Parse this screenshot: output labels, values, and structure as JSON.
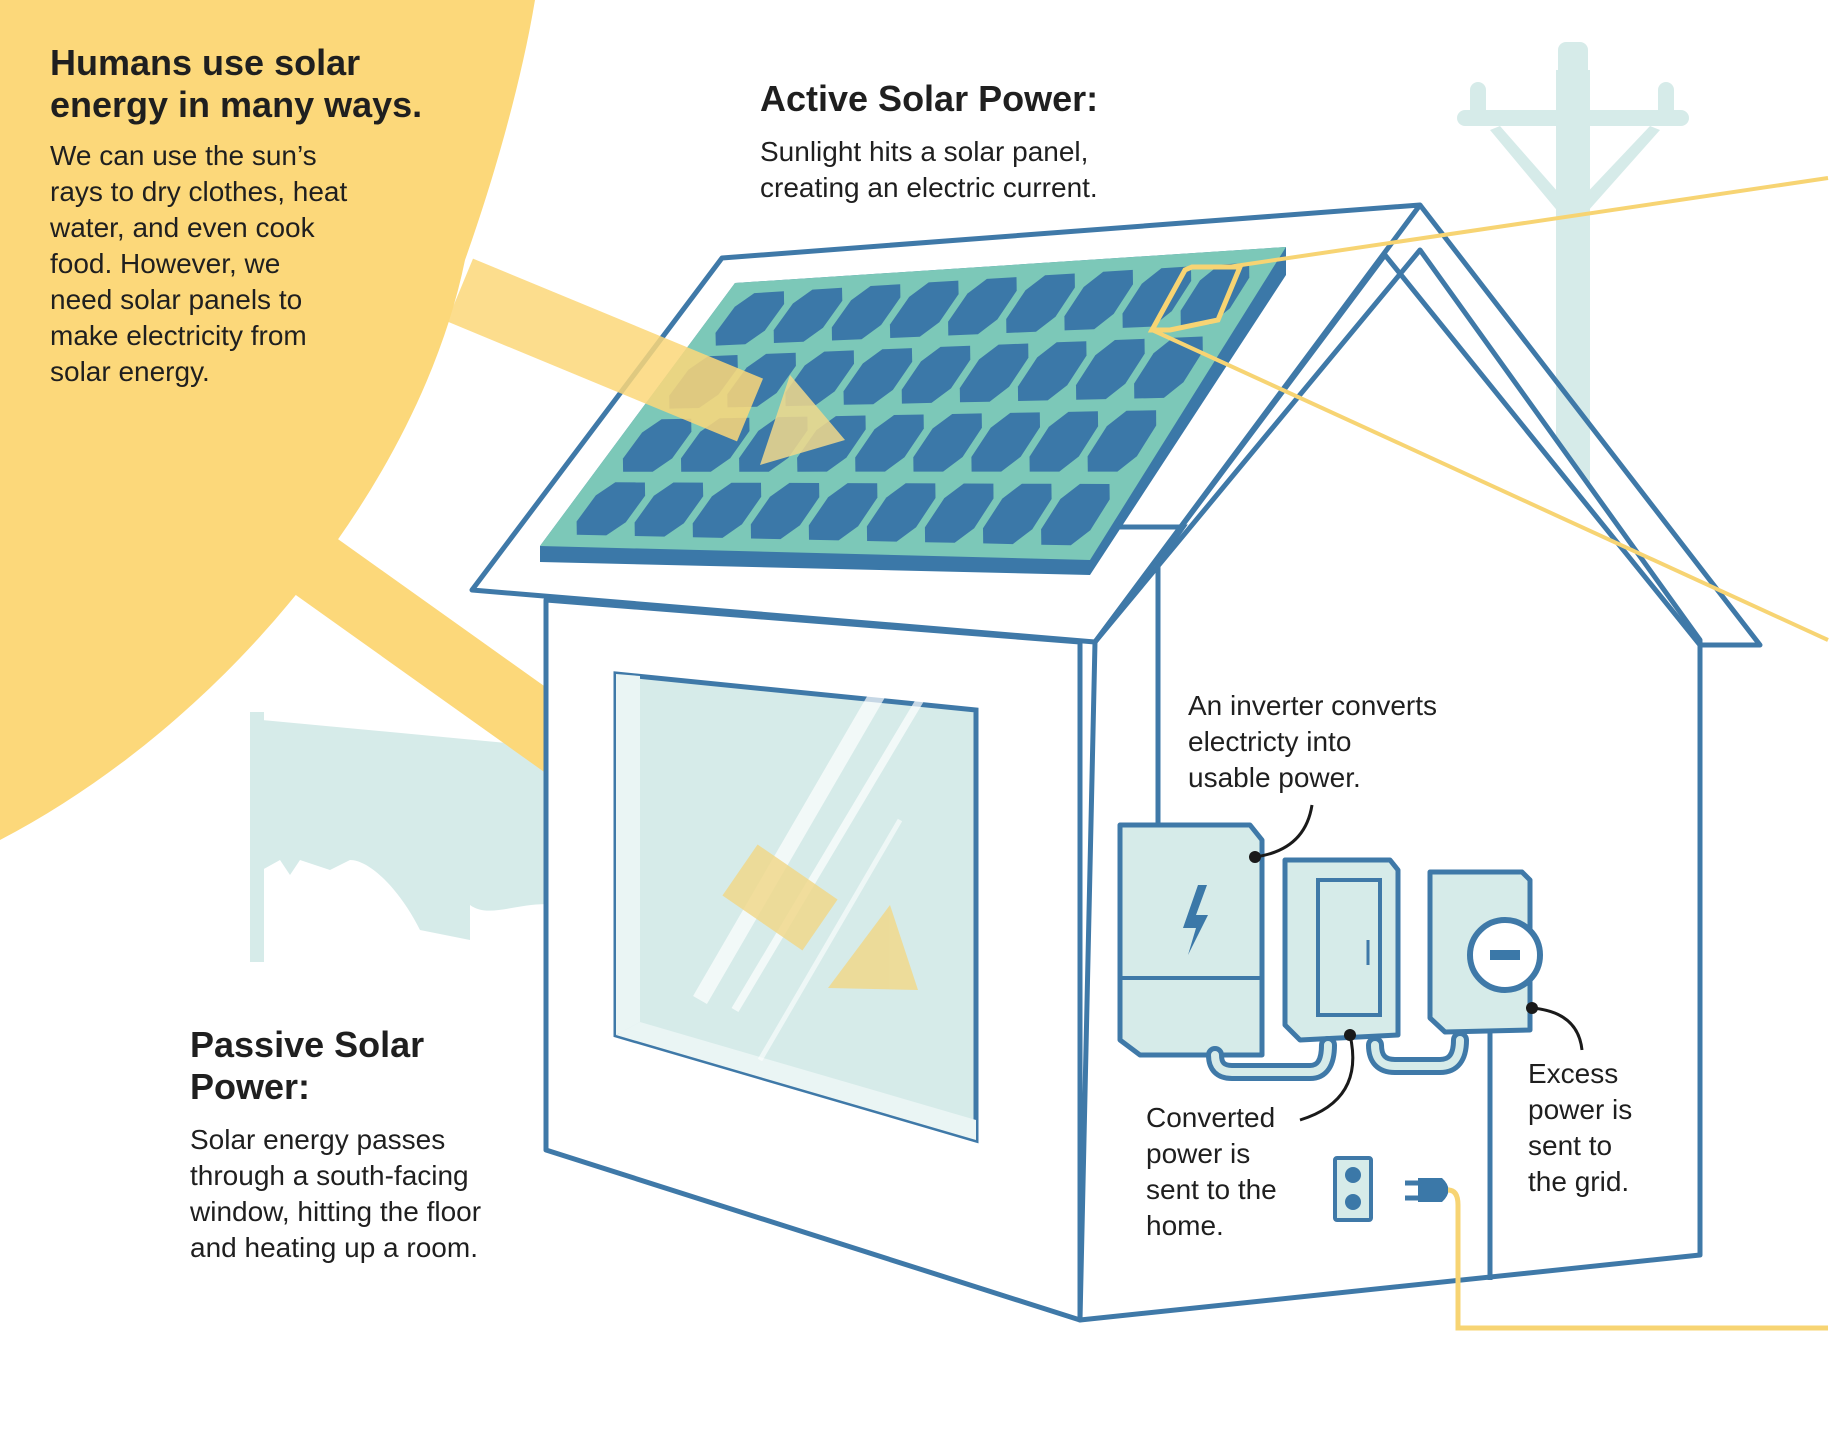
{
  "intro": {
    "heading": "Humans use solar energy in many ways.",
    "body": "We can use the sun’s rays to dry clothes, heat water, and even cook food. However, we need solar panels to make electricity from solar energy."
  },
  "active": {
    "heading": "Active Solar Power:",
    "body": "Sunlight hits a solar panel, creating an electric current."
  },
  "passive": {
    "heading": "Passive Solar Power:",
    "body": "Solar energy passes through a south-facing window, hitting the floor and heating up a room."
  },
  "callouts": {
    "inverter": "An inverter converts electricty into usable power.",
    "home": "Converted power is sent to the home.",
    "grid": "Excess power is sent to the grid."
  },
  "colors": {
    "sun": "#fcd87a",
    "outline": "#3f79a8",
    "panel_frame": "#7cc8b8",
    "panel_cell": "#3b78a8",
    "pale_teal": "#d6ebe9",
    "wire": "#f7d473"
  },
  "icons": [
    "lightning-bolt-icon",
    "electrical-outlet-icon",
    "plug-icon",
    "meter-dial-icon"
  ]
}
